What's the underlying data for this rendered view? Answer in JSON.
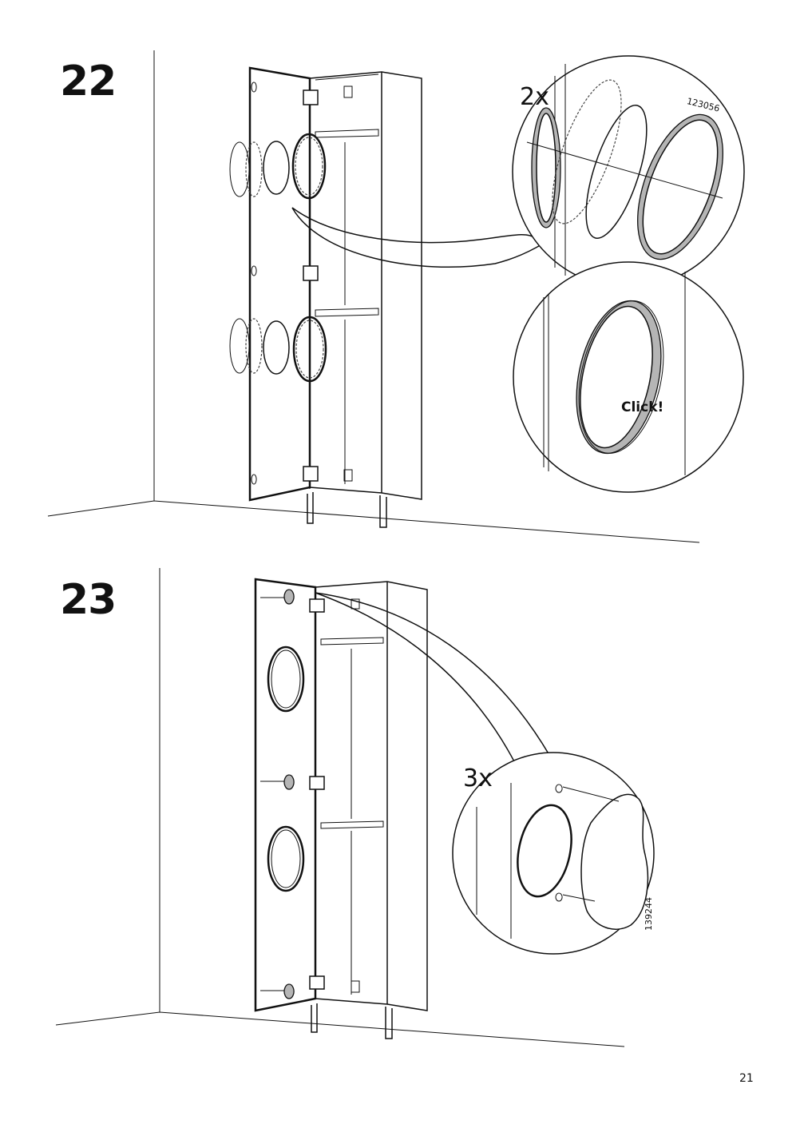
{
  "steps": [
    {
      "number": "22",
      "quantity": "2x",
      "callout_text": "Click!",
      "part_number": "123056"
    },
    {
      "number": "23",
      "quantity": "3x",
      "part_number": "139244"
    }
  ],
  "page_number": "21"
}
